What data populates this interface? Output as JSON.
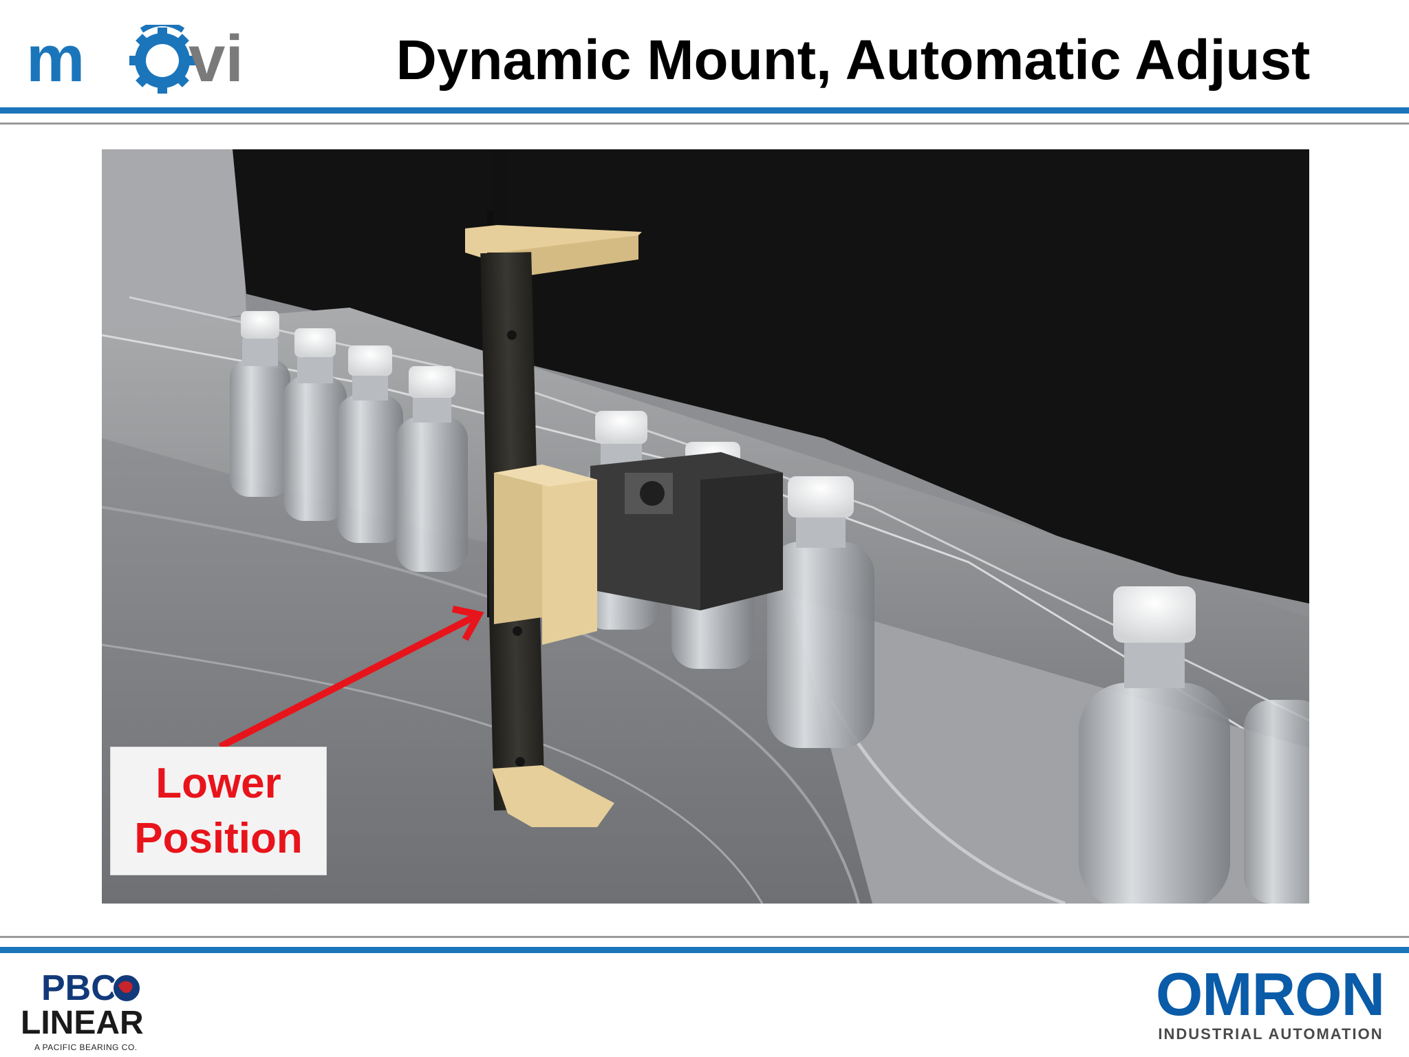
{
  "header": {
    "logo_text": "movi",
    "title": "Dynamic Mount, Automatic Adjust"
  },
  "callout": {
    "line1": "Lower",
    "line2": "Position",
    "color": "#e8141b"
  },
  "footer": {
    "left_logo": {
      "line1": "PBC",
      "line2": "LINEAR",
      "tagline": "A PACIFIC BEARING CO."
    },
    "right_logo": {
      "wordmark": "OMRON",
      "tagline": "INDUSTRIAL AUTOMATION"
    }
  },
  "colors": {
    "brand_blue": "#1b75bb",
    "rule_gray": "#9a9a9a",
    "omron_blue": "#0a5ba8",
    "slider_tan": "#e6cf9a",
    "rail_dark": "#2b2a26"
  }
}
